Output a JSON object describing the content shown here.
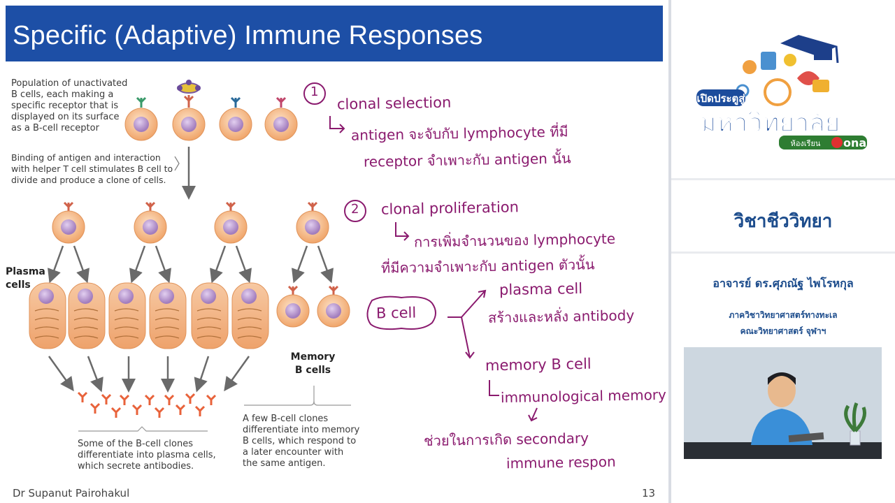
{
  "slide": {
    "title": "Specific (Adaptive) Immune Responses",
    "footer_author": "Dr Supanut Pairohakul",
    "page_number": "13"
  },
  "figure": {
    "caption_unactivated": [
      "Population of unactivated",
      "B cells, each making a",
      "specific receptor that is",
      "displayed on its surface",
      "as a B-cell receptor"
    ],
    "caption_binding": [
      "Binding of antigen and interaction",
      "with helper T cell stimulates B cell to",
      "divide and produce a clone of cells."
    ],
    "label_plasma": [
      "Plasma",
      "cells"
    ],
    "label_memory": [
      "Memory",
      "B cells"
    ],
    "caption_plasma": [
      "Some of the B-cell clones",
      "differentiate into plasma cells,",
      "which secrete antibodies."
    ],
    "caption_memory": [
      "A few B-cell clones",
      "differentiate into memory",
      "B cells, which respond to",
      "a later encounter with",
      "the same antigen."
    ]
  },
  "notes": {
    "num1": "1",
    "clonal_selection": "clonal selection",
    "cs_line1": "antigen จะจับกับ lymphocyte ที่มี",
    "cs_line2": "receptor จำเพาะกับ antigen นั้น",
    "num2": "2",
    "clonal_proliferation": "clonal proliferation",
    "cp_line1": "การเพิ่มจำนวนของ lymphocyte",
    "cp_line2": "ที่มีความจำเพาะกับ antigen ตัวนั้น",
    "bcell": "B cell",
    "plasma_cell": "plasma cell",
    "plasma_desc": "สร้างและหลั่ง antibody",
    "memory_cell": "memory B cell",
    "memory_desc": "immunological memory",
    "secondary_1": "ช่วยในการเกิด secondary",
    "secondary_2": "immune respon"
  },
  "sidebar": {
    "logo_line1": "เปิดประตูสู่",
    "logo_line2": "มหาวิทยาลัย",
    "logo_room": "ห้องเรียน",
    "logo_onair": "onair",
    "subject": "วิชาชีววิทยา",
    "lecturer": "อาจารย์ ดร.ศุภณัฐ ไพโรหกุล",
    "department": "ภาควิชาวิทยาศาสตร์ทางทะเล",
    "faculty": "คณะวิทยาศาสตร์ จุฬาฯ"
  },
  "colors": {
    "title_bar": "#1d4fa6",
    "handwriting": "#8a1a6e",
    "sidebar_text": "#1c4c8c",
    "cell_outer": "#f3b27a",
    "cell_nucleus": "#b892cc"
  }
}
